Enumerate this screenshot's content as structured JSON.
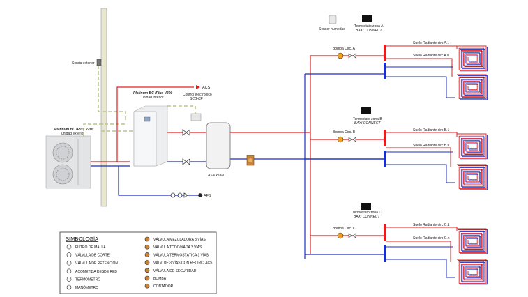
{
  "labels": {
    "sonda_exterior": "Sonda exterior",
    "unidad_exterior_l1": "Platinum BC iPlus V200",
    "unidad_exterior_l2": "unidad exterior",
    "unidad_interior_l1": "Platinum BC iPlus V200",
    "unidad_interior_l2": "unidad interior",
    "control_l1": "Control electrónico",
    "control_l2": "SCB-CF",
    "acs": "ACS",
    "afs": "AFS",
    "asa": "ASA xx-IN",
    "sensor_humedad": "Sensor humedad",
    "termostato_a_l1": "Termostato zona A",
    "termostato_a_l2": "BAXI CONNECT",
    "termostato_b_l1": "Termostato zona B",
    "termostato_b_l2": "BAXI CONNECT",
    "termostato_c_l1": "Termostato zona C",
    "termostato_c_l2": "BAXI CONNECT",
    "bomba_a": "Bomba Circ. A",
    "bomba_b": "Bomba Circ. B",
    "bomba_c": "Bomba Circ. C",
    "suelo_a1": "Suelo Radiante circ A.1",
    "suelo_an": "Suelo Radiante circ A.n",
    "suelo_b1": "Suelo Radiante circ B.1",
    "suelo_bn": "Suelo Radiante circ B.n",
    "suelo_c1": "Suelo Radiante circ C.1",
    "suelo_cn": "Suelo Radiante circ C.n"
  },
  "legend": {
    "title": "SIMBOLOGÍA",
    "left_items": [
      {
        "icon": "filter-icon",
        "text": "FILTRO DE MALLA"
      },
      {
        "icon": "shutoff-valve-icon",
        "text": "VÁLVULA DE CORTE"
      },
      {
        "icon": "check-valve-icon",
        "text": "VÁLVULA DE RETENCIÓN"
      },
      {
        "icon": "network-connection-icon",
        "text": "ACOMETIDA DESDE RED"
      },
      {
        "icon": "thermometer-icon",
        "text": "TERMÓMETRO"
      },
      {
        "icon": "manometer-icon",
        "text": "MANÓMETRO"
      }
    ],
    "right_items": [
      {
        "icon": "mixing-valve-icon",
        "text": "VÁLVULA MEZCLADORA 3 VÍAS"
      },
      {
        "icon": "diverter-valve-icon",
        "text": "VÁLVULA TODO/NADA 3 VÍAS"
      },
      {
        "icon": "thermostatic-valve-icon",
        "text": "VÁLVULA TERMOSTÁTICA 3 VÍAS"
      },
      {
        "icon": "recirc-valve-icon",
        "text": "VÁLV. DE 3 VÍAS CON RECIRC. ACS"
      },
      {
        "icon": "safety-valve-icon",
        "text": "VÁLVULA DE SEGURIDAD"
      },
      {
        "icon": "pump-icon",
        "text": "BOMBA"
      },
      {
        "icon": "meter-icon",
        "text": "CONTADOR"
      }
    ]
  },
  "colors": {
    "hot": "#e02020",
    "cold": "#1a2fbf",
    "signal": "#b5c98a",
    "wall": "#e9e6cf",
    "pump": "#f0a020"
  }
}
